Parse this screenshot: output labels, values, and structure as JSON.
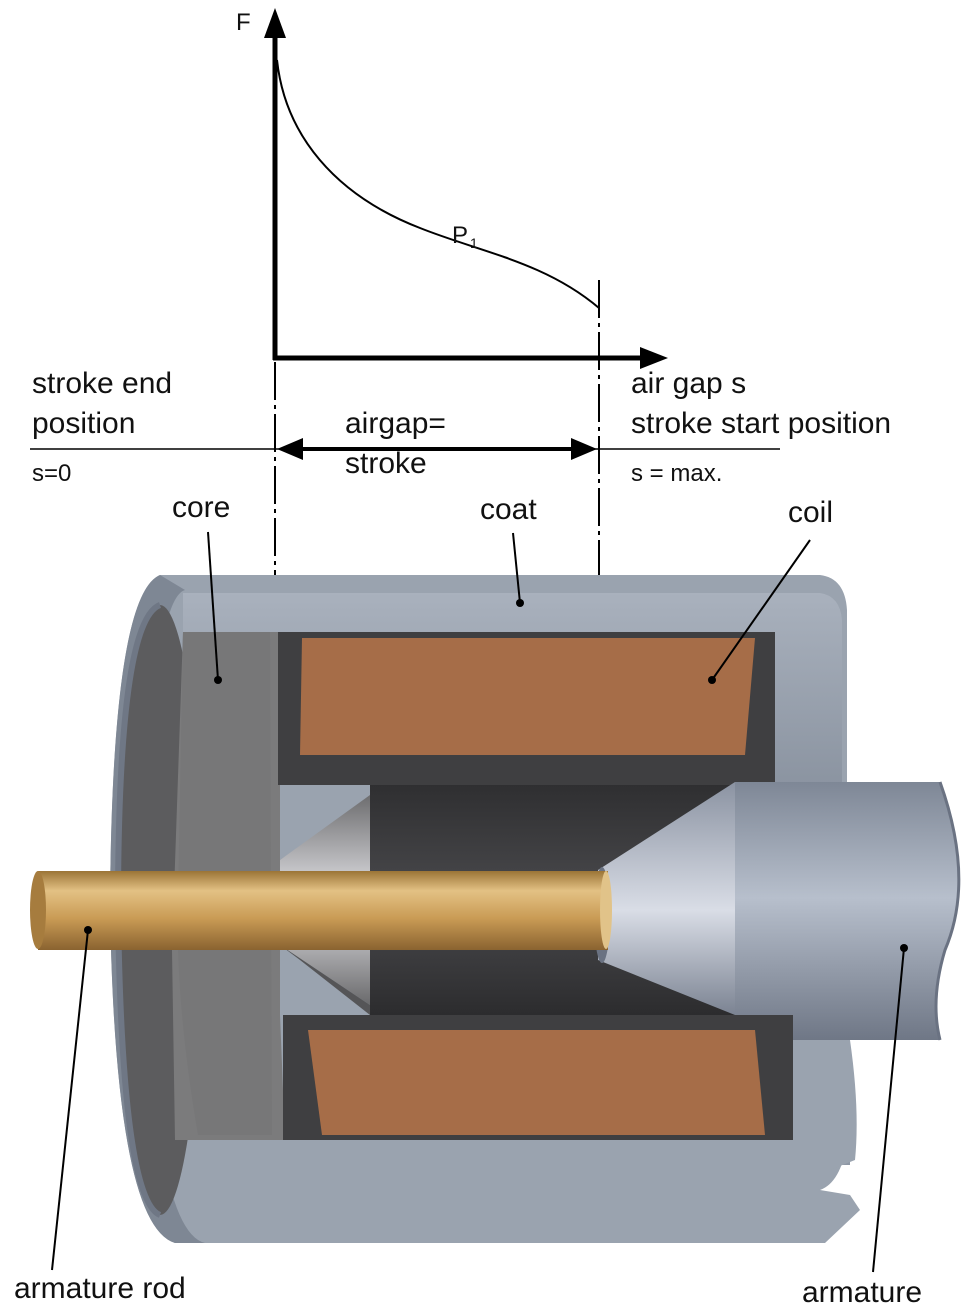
{
  "graph": {
    "y_axis_label": "F",
    "curve_label_main": "P",
    "curve_label_sub": "1"
  },
  "labels": {
    "stroke_end_line1": "stroke end",
    "stroke_end_line2": "position",
    "s_zero": "s=0",
    "airgap_line1": "airgap=",
    "airgap_line2": "stroke",
    "air_gap_s": "air gap s",
    "stroke_start": "stroke start position",
    "s_max": "s = max."
  },
  "parts": {
    "core": "core",
    "coat": "coat",
    "coil": "coil",
    "armature_rod": "armature rod",
    "armature": "armature"
  },
  "colors": {
    "coat": "#9ea7b3",
    "coat_dark": "#7d8591",
    "core": "#7a7a7a",
    "coil": "#a66d48",
    "coil_frame": "#3f3f41",
    "armature": "#98a1b0",
    "rod": "#c89a55"
  }
}
